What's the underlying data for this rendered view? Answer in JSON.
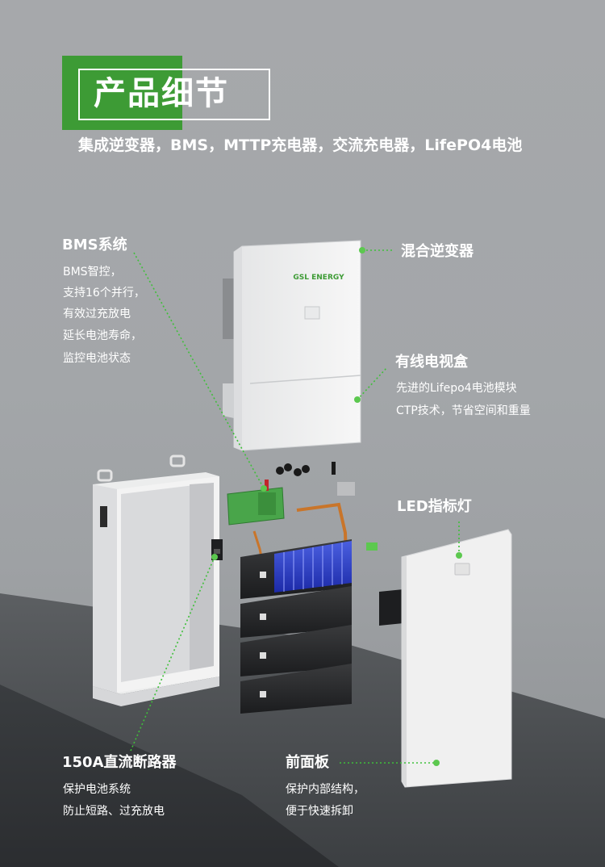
{
  "header": {
    "title": "产品细节",
    "subtitle": "集成逆变器，BMS，MTTP充电器，交流充电器，LifePO4电池"
  },
  "brand": {
    "logo_text": "GSL ENERGY"
  },
  "colors": {
    "accent": "#3d9b35",
    "dot": "#5cc84f",
    "text": "#ffffff"
  },
  "callouts": {
    "bms": {
      "title": "BMS系统",
      "lines": [
        "BMS智控，",
        "支持16个并行，",
        "有效过充放电",
        "延长电池寿命，",
        "监控电池状态"
      ]
    },
    "inverter": {
      "title": "混合逆变器"
    },
    "tvbox": {
      "title": "有线电视盒",
      "lines": [
        "先进的Lifepo4电池模块",
        "CTP技术，节省空间和重量"
      ]
    },
    "led": {
      "title": "LED指标灯"
    },
    "breaker": {
      "title": "150A直流断路器",
      "lines": [
        "保护电池系统",
        "防止短路、过充放电"
      ]
    },
    "front": {
      "title": "前面板",
      "lines": [
        "保护内部结构，",
        "便于快速拆卸"
      ]
    }
  }
}
